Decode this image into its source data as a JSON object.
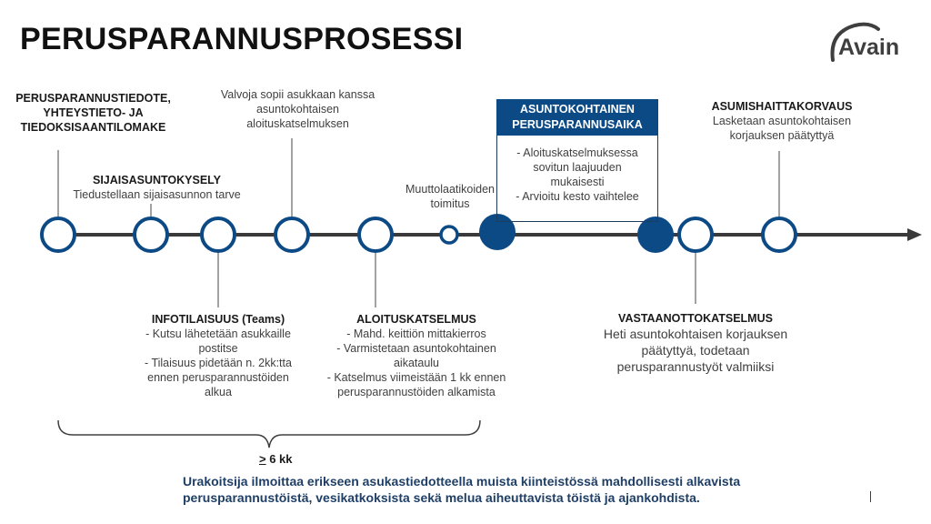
{
  "title": "PERUSPARANNUSPROSESSI",
  "logo": {
    "text": "Avain"
  },
  "colors": {
    "accent": "#0c4a86",
    "line": "#3a3a3a",
    "footer": "#1f3f66"
  },
  "steps": {
    "tiedote": {
      "title_lines": [
        "PERUSPARANNUSTIEDOTE,",
        "YHTEYSTIETO- JA",
        "TIEDOKSISAANTILOMAKE"
      ]
    },
    "sijaisasunto": {
      "title": "SIJAISASUNTOKYSELY",
      "desc": "Tiedustellaan sijaisasunnon tarve"
    },
    "infotilaisuus": {
      "title": "INFOTILAISUUS (Teams)",
      "lines": [
        "- Kutsu lähetetään asukkaille",
        "postitse",
        "- Tilaisuus pidetään n. 2kk:tta",
        "ennen   perusparannustöiden",
        "alkua"
      ]
    },
    "valvoja": {
      "lines": [
        "Valvoja sopii asukkaan kanssa",
        "asuntokohtaisen",
        "aloituskatselmuksen"
      ]
    },
    "aloituskatselmus": {
      "title": "ALOITUSKATSELMUS",
      "lines": [
        "- Mahd. keittiön mittakierros",
        "- Varmistetaan asuntokohtainen",
        "aikataulu",
        "- Katselmus viimeistään 1 kk ennen",
        "perusparannustöiden alkamista"
      ]
    },
    "muuttolaatikot": {
      "lines": [
        "Muuttolaatikoiden",
        "toimitus"
      ]
    },
    "asuntokohtainen": {
      "title_lines": [
        "ASUNTOKOHTAINEN",
        "PERUSPARANNUSAIKA"
      ],
      "lines": [
        "- Aloituskatselmuksessa",
        "sovitun    laajuuden",
        "mukaisesti",
        "- Arvioitu kesto vaihtelee"
      ]
    },
    "vastaanotto": {
      "title": "VASTAANOTTOKATSELMUS",
      "lines": [
        "Heti asuntokohtaisen korjauksen",
        "päätyttyä, todetaan",
        "perusparannustyöt  valmiiksi"
      ]
    },
    "asumishaitta": {
      "title": "ASUMISHAITTAKORVAUS",
      "lines": [
        "Lasketaan asuntokohtaisen",
        "korjauksen päätyttyä"
      ]
    }
  },
  "duration": {
    "prefix": ">",
    "text": " 6 kk"
  },
  "footer": {
    "lines": [
      "Urakoitsija ilmoittaa erikseen asukastiedotteella muista kiinteistössä mahdollisesti alkavista",
      "perusparannustöistä, vesikatkoksista sekä melua aiheuttavista töistä ja ajankohdista."
    ]
  }
}
